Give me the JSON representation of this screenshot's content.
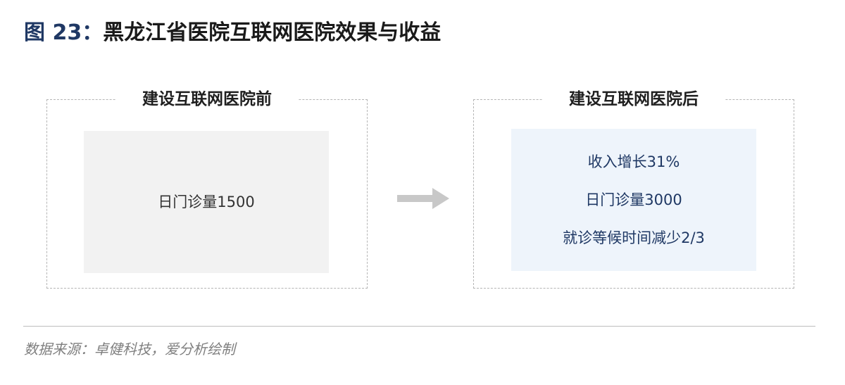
{
  "title": {
    "fig_label": "图 23：",
    "text": "黑龙江省医院互联网医院效果与收益"
  },
  "before": {
    "label": "建设互联网医院前",
    "items": [
      "日门诊量1500"
    ]
  },
  "after": {
    "label": "建设互联网医院后",
    "items": [
      "收入增长31%",
      "日门诊量3000",
      "就诊等候时间减少2/3"
    ]
  },
  "source": "数据来源：卓健科技，爱分析绘制",
  "colors": {
    "title_accent": "#1f3864",
    "before_fill": "#f2f2f2",
    "after_fill": "#eef4fb",
    "after_text": "#1f3864",
    "arrow": "#c8c8c8",
    "dashed_border": "#b5b5b5"
  }
}
